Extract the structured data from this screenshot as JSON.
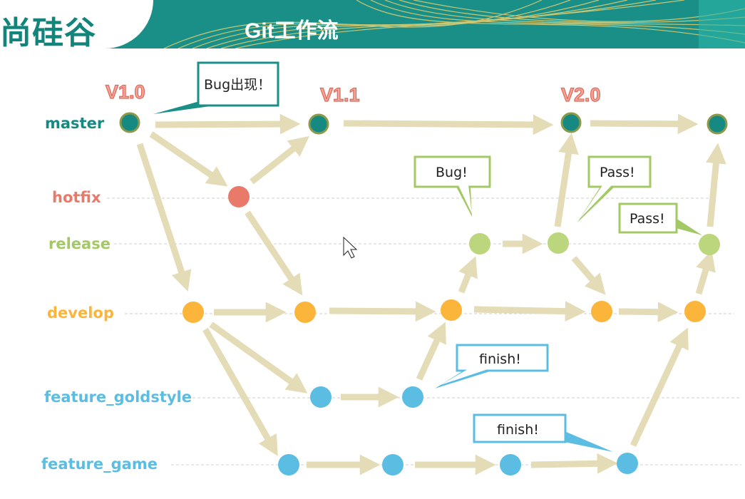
{
  "header": {
    "logo": "尚硅谷",
    "title": "Git工作流"
  },
  "branches": {
    "master": {
      "label": "master",
      "color": "#168a82"
    },
    "hotfix": {
      "label": "hotfix",
      "color": "#e97a6a"
    },
    "release": {
      "label": "release",
      "color": "#a3c866"
    },
    "develop": {
      "label": "develop",
      "color": "#fbb53a"
    },
    "goldstyle": {
      "label": "feature_goldstyle",
      "color": "#5cbde3"
    },
    "game": {
      "label": "feature_game",
      "color": "#5cbde3"
    }
  },
  "versions": {
    "v10": "V1.0",
    "v11": "V1.1",
    "v20": "V2.0"
  },
  "callouts": {
    "bug_master": "Bug出现！",
    "bug_release": "Bug!",
    "pass_1": "Pass!",
    "pass_2": "Pass!",
    "finish_1": "finish!",
    "finish_2": "finish!"
  },
  "colors": {
    "arrow": "#e4dcb6",
    "header": "#1a8f87",
    "callout_master_border": "#1a8f87",
    "callout_release_border": "#a3c866",
    "callout_feature_border": "#5cbde3"
  }
}
